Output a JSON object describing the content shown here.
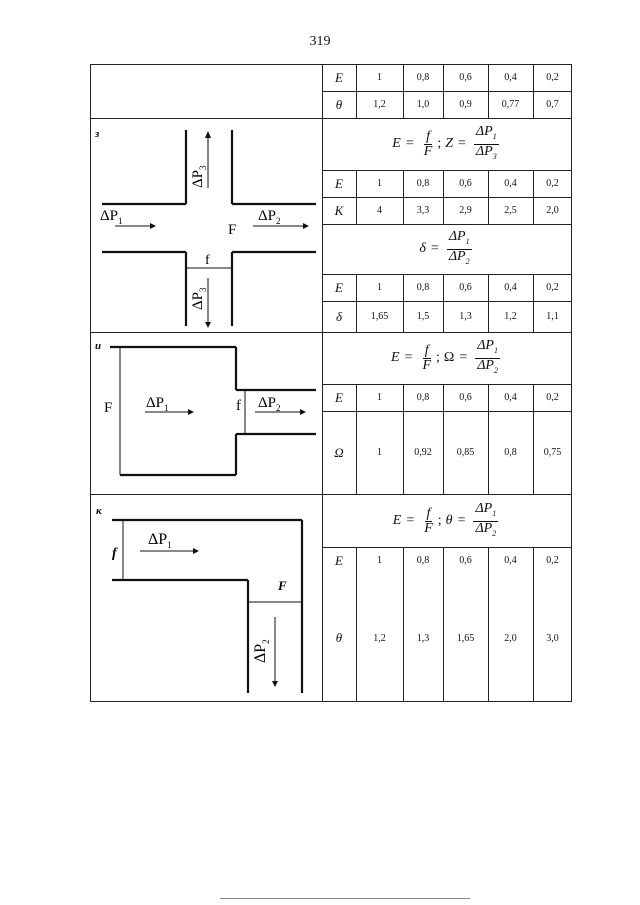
{
  "page_number": "319",
  "section_top": {
    "rows": [
      {
        "var": "E",
        "values": [
          "1",
          "0,8",
          "0,6",
          "0,4",
          "0,2"
        ]
      },
      {
        "var": "θ",
        "values": [
          "1,2",
          "1,0",
          "0,9",
          "0,77",
          "0,7"
        ]
      }
    ]
  },
  "section_z": {
    "letter": "з",
    "formula1": {
      "lhs": "E",
      "num": "f",
      "den": "F",
      "sep": ";",
      "var2": "Z",
      "num2": "ΔP",
      "num2_sub": "1",
      "den2": "ΔP",
      "den2_sub": "3"
    },
    "rows1": [
      {
        "var": "E",
        "values": [
          "1",
          "0,8",
          "0,6",
          "0,4",
          "0,2"
        ]
      },
      {
        "var": "K",
        "values": [
          "4",
          "3,3",
          "2,9",
          "2,5",
          "2,0"
        ]
      }
    ],
    "formula2": {
      "lhs": "δ",
      "num": "ΔP",
      "num_sub": "1",
      "den": "ΔP",
      "den_sub": "2"
    },
    "rows2": [
      {
        "var": "E",
        "values": [
          "1",
          "0,8",
          "0,6",
          "0,4",
          "0,2"
        ]
      },
      {
        "var": "δ",
        "values": [
          "1,65",
          "1,5",
          "1,3",
          "1,2",
          "1,1"
        ]
      }
    ],
    "diagram": {
      "dp1": "ΔP",
      "dp1_sub": "1",
      "dp2": "ΔP",
      "dp2_sub": "2",
      "dp3": "ΔP",
      "dp3_sub": "3",
      "F": "F",
      "f": "f"
    }
  },
  "section_i": {
    "letter": "и",
    "formula": {
      "lhs": "E",
      "num": "f",
      "den": "F",
      "sep": ";",
      "var2": "Ω",
      "num2": "ΔP",
      "num2_sub": "1",
      "den2": "ΔP",
      "den2_sub": "2"
    },
    "rows": [
      {
        "var": "E",
        "values": [
          "1",
          "0,8",
          "0,6",
          "0,4",
          "0,2"
        ]
      },
      {
        "var": "Ω",
        "values": [
          "1",
          "0,92",
          "0,85",
          "0,8",
          "0,75"
        ]
      }
    ],
    "diagram": {
      "dp1": "ΔP",
      "dp1_sub": "1",
      "dp2": "ΔP",
      "dp2_sub": "2",
      "F": "F",
      "f": "f"
    }
  },
  "section_k": {
    "letter": "к",
    "formula": {
      "lhs": "E",
      "num": "f",
      "den": "F",
      "sep": ";",
      "var2": "θ",
      "num2": "ΔP",
      "num2_sub": "1",
      "den2": "ΔP",
      "den2_sub": "2"
    },
    "rows": [
      {
        "var": "E",
        "values": [
          "1",
          "0,8",
          "0,6",
          "0,4",
          "0,2"
        ]
      },
      {
        "var": "θ",
        "values": [
          "1,2",
          "1,3",
          "1,65",
          "2,0",
          "3,0"
        ]
      }
    ],
    "diagram": {
      "dp1": "ΔP",
      "dp1_sub": "1",
      "dp2": "ΔP",
      "dp2_sub": "2",
      "F": "F",
      "f": "f"
    }
  }
}
